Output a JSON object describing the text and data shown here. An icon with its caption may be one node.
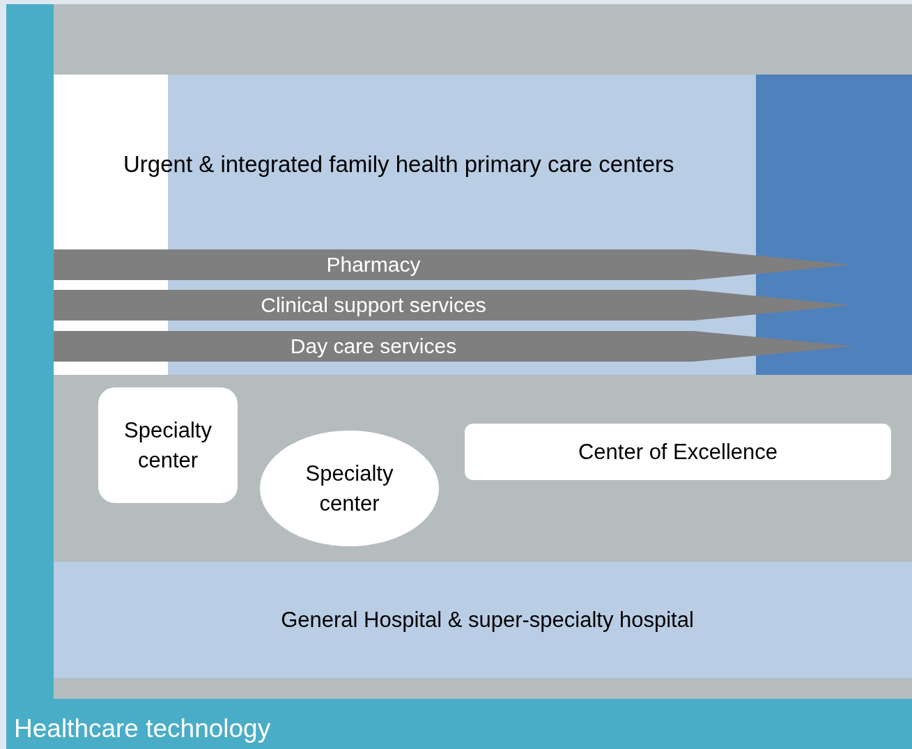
{
  "diagram": {
    "nodes": [
      {
        "text": [
          "Healthcare technology"
        ]
      },
      {
        "text": [],
        "shape": "bar",
        "in": 0
      },
      {
        "text": [
          "Urgent & integrated family health primary care centers"
        ],
        "in": 0
      },
      {
        "text": [
          "Pharmacy"
        ],
        "in": 2
      },
      {
        "text": [
          "Clinical support services"
        ],
        "in": 2
      },
      {
        "text": [
          "Day care services"
        ],
        "in": 2
      },
      {
        "text": [],
        "shape": "bar",
        "in": 0
      },
      {
        "text": [
          "Specialty center"
        ],
        "in": 6
      },
      {
        "text": [
          "Specialty center"
        ],
        "in": 6
      },
      {
        "text": [
          "Center of Excellence"
        ],
        "in": 6
      },
      {
        "text": [
          "General Hospital & super-specialty hospital"
        ],
        "in": 0
      },
      {
        "text": [],
        "shape": "bar",
        "in": 0
      }
    ]
  }
}
